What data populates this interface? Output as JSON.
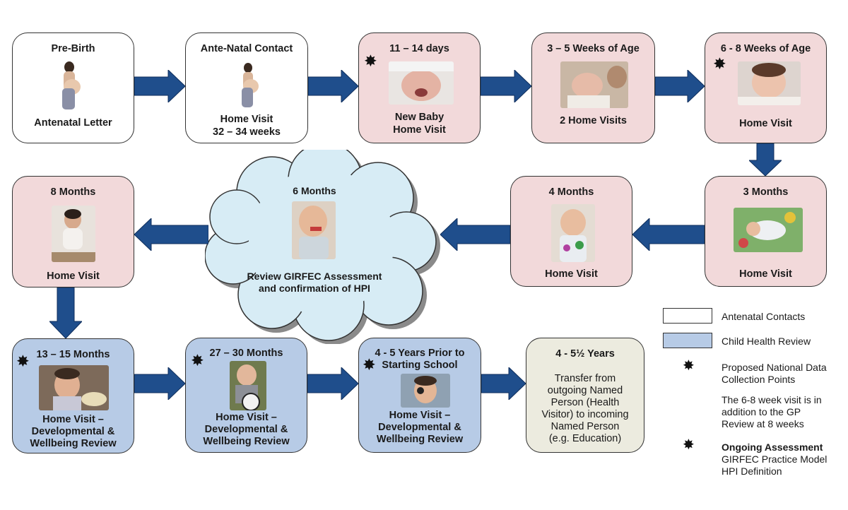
{
  "row1": [
    {
      "title": "Pre-Birth",
      "caption": "Antenatal Letter"
    },
    {
      "title": "Ante-Natal Contact",
      "caption1": "Home Visit",
      "caption2": "32 – 34 weeks"
    },
    {
      "title": "11 – 14 days",
      "caption1": "New Baby",
      "caption2": "Home Visit"
    },
    {
      "title": "3 – 5 Weeks of Age",
      "caption": "2 Home Visits"
    },
    {
      "title": "6 - 8 Weeks of Age",
      "caption": "Home Visit"
    }
  ],
  "row2": {
    "eight_months": {
      "title": "8 Months",
      "caption": "Home Visit"
    },
    "six_months": {
      "title": "6 Months",
      "caption1": "Review GIRFEC Assessment",
      "caption2": "and confirmation of HPI"
    },
    "four_months": {
      "title": "4 Months",
      "caption": "Home Visit"
    },
    "three_months": {
      "title": "3 Months",
      "caption": "Home Visit"
    }
  },
  "row3": [
    {
      "title": "13 – 15 Months",
      "caption1": "Home Visit –",
      "caption2": "Developmental &",
      "caption3": "Wellbeing Review"
    },
    {
      "title": "27 – 30 Months",
      "caption1": "Home Visit –",
      "caption2": "Developmental &",
      "caption3": "Wellbeing Review"
    },
    {
      "title1": "4 - 5 Years Prior to",
      "title2": "Starting School",
      "caption1": "Home Visit –",
      "caption2": "Developmental &",
      "caption3": "Wellbeing Review"
    },
    {
      "title": "4 - 5½ Years",
      "lines": [
        "Transfer from",
        "outgoing Named",
        "Person (Health",
        "Visitor) to incoming",
        "Named Person",
        "(e.g. Education)"
      ]
    }
  ],
  "legend": {
    "antenatal": "Antenatal Contacts",
    "child_health": "Child Health Review",
    "ndc1": "Proposed National Data",
    "ndc2": "Collection Points",
    "note1": "The 6-8 week visit is in",
    "note2": "addition to the GP",
    "note3": "Review at 8 weeks",
    "ongoing": "Ongoing Assessment",
    "practice": "GIRFEC Practice Model",
    "hpi": "HPI Definition"
  },
  "star_glyph": "✸",
  "colors": {
    "arrow": "#1f4e8c",
    "pink": "#f2d9da",
    "blue": "#b7cbe6",
    "cream": "#ecebdf",
    "cloud": "#d7ecf5"
  },
  "icons": [
    "pregnant-woman-photo",
    "baby-photo"
  ]
}
